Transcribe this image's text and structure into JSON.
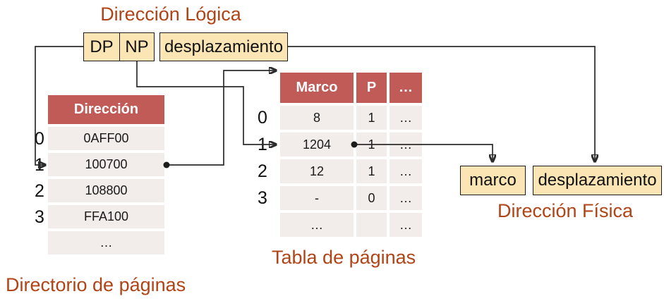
{
  "logical": {
    "title": "Dirección Lógica",
    "dp": "DP",
    "np": "NP",
    "offset": "desplazamiento"
  },
  "directory": {
    "header": "Dirección",
    "caption": "Directorio de páginas",
    "indices": [
      "0",
      "1",
      "2",
      "3"
    ],
    "values": [
      "0AFF00",
      "100700",
      "108800",
      "FFA100",
      "…"
    ]
  },
  "page_table": {
    "caption": "Tabla de páginas",
    "headers": [
      "Marco",
      "P",
      "…"
    ],
    "indices": [
      "0",
      "1",
      "2",
      "3"
    ],
    "rows": [
      [
        "8",
        "1",
        "…"
      ],
      [
        "1204",
        "1",
        "…"
      ],
      [
        "12",
        "1",
        "…"
      ],
      [
        "-",
        "0",
        "…"
      ],
      [
        "…",
        "",
        "…"
      ]
    ]
  },
  "physical": {
    "caption": "Dirección Física",
    "frame": "marco",
    "offset": "desplazamiento"
  },
  "colors": {
    "accent_red": "#C15B57",
    "row_bg": "#F2ECEB",
    "box_fill": "#FCE5B4",
    "label_brown": "#B04417",
    "line": "#2B2B2B"
  }
}
